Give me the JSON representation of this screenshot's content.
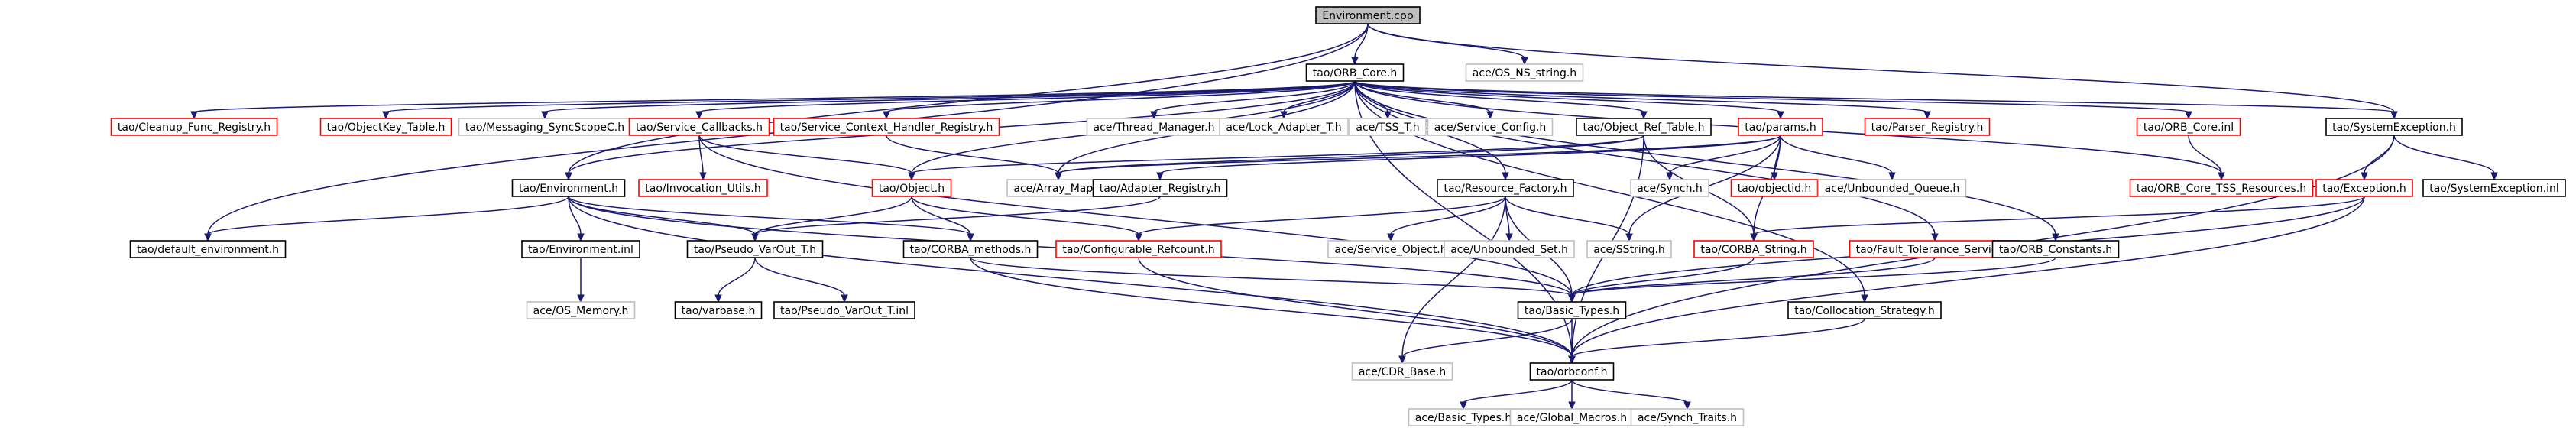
{
  "colors": {
    "root_fill": "#bfbfbf",
    "border_black": "#000000",
    "border_red": "#ff0000",
    "border_gray": "#bfbfbf",
    "edge": "#191970"
  },
  "nodes": [
    {
      "id": "env_cpp",
      "label": "Environment.cpp",
      "border": "black",
      "fill": "root"
    },
    {
      "id": "orb_core_h",
      "label": "tao/ORB_Core.h",
      "border": "black"
    },
    {
      "id": "os_ns_string",
      "label": "ace/OS_NS_string.h",
      "border": "gray"
    },
    {
      "id": "cleanup",
      "label": "tao/Cleanup_Func_Registry.h",
      "border": "red"
    },
    {
      "id": "objectkey",
      "label": "tao/ObjectKey_Table.h",
      "border": "red"
    },
    {
      "id": "messaging",
      "label": "tao/Messaging_SyncScopeC.h",
      "border": "gray"
    },
    {
      "id": "svc_callbacks",
      "label": "tao/Service_Callbacks.h",
      "border": "red"
    },
    {
      "id": "svc_ctx",
      "label": "tao/Service_Context_Handler_Registry.h",
      "border": "red"
    },
    {
      "id": "thread_mgr",
      "label": "ace/Thread_Manager.h",
      "border": "gray"
    },
    {
      "id": "lock_adapter",
      "label": "ace/Lock_Adapter_T.h",
      "border": "gray"
    },
    {
      "id": "tss_t",
      "label": "ace/TSS_T.h",
      "border": "gray"
    },
    {
      "id": "svc_config",
      "label": "ace/Service_Config.h",
      "border": "gray"
    },
    {
      "id": "obj_ref_table",
      "label": "tao/Object_Ref_Table.h",
      "border": "black"
    },
    {
      "id": "params",
      "label": "tao/params.h",
      "border": "red"
    },
    {
      "id": "parser_reg",
      "label": "tao/Parser_Registry.h",
      "border": "red"
    },
    {
      "id": "orb_core_inl",
      "label": "tao/ORB_Core.inl",
      "border": "red"
    },
    {
      "id": "sys_exc_h",
      "label": "tao/SystemException.h",
      "border": "black"
    },
    {
      "id": "environment_h",
      "label": "tao/Environment.h",
      "border": "black"
    },
    {
      "id": "invocation_utils",
      "label": "tao/Invocation_Utils.h",
      "border": "red"
    },
    {
      "id": "object_h",
      "label": "tao/Object.h",
      "border": "red"
    },
    {
      "id": "array_map",
      "label": "ace/Array_Map.h",
      "border": "gray"
    },
    {
      "id": "adapter_reg",
      "label": "tao/Adapter_Registry.h",
      "border": "black"
    },
    {
      "id": "resource_factory",
      "label": "tao/Resource_Factory.h",
      "border": "black"
    },
    {
      "id": "synch_h",
      "label": "ace/Synch.h",
      "border": "gray"
    },
    {
      "id": "objectid",
      "label": "tao/objectid.h",
      "border": "red"
    },
    {
      "id": "unbounded_queue",
      "label": "ace/Unbounded_Queue.h",
      "border": "gray"
    },
    {
      "id": "orb_core_tss",
      "label": "tao/ORB_Core_TSS_Resources.h",
      "border": "red"
    },
    {
      "id": "exception_h",
      "label": "tao/Exception.h",
      "border": "red"
    },
    {
      "id": "sys_exc_inl",
      "label": "tao/SystemException.inl",
      "border": "black"
    },
    {
      "id": "default_env",
      "label": "tao/default_environment.h",
      "border": "black"
    },
    {
      "id": "environment_inl",
      "label": "tao/Environment.inl",
      "border": "black"
    },
    {
      "id": "pseudo_varout_h",
      "label": "tao/Pseudo_VarOut_T.h",
      "border": "black"
    },
    {
      "id": "corba_methods",
      "label": "tao/CORBA_methods.h",
      "border": "black"
    },
    {
      "id": "configurable_refcount",
      "label": "tao/Configurable_Refcount.h",
      "border": "red"
    },
    {
      "id": "service_object",
      "label": "ace/Service_Object.h",
      "border": "gray"
    },
    {
      "id": "unbounded_set",
      "label": "ace/Unbounded_Set.h",
      "border": "gray"
    },
    {
      "id": "sstring",
      "label": "ace/SString.h",
      "border": "gray"
    },
    {
      "id": "corba_string",
      "label": "tao/CORBA_String.h",
      "border": "red"
    },
    {
      "id": "fault_tolerance",
      "label": "tao/Fault_Tolerance_Service.h",
      "border": "red"
    },
    {
      "id": "orb_constants",
      "label": "tao/ORB_Constants.h",
      "border": "black"
    },
    {
      "id": "os_memory",
      "label": "ace/OS_Memory.h",
      "border": "gray"
    },
    {
      "id": "varbase",
      "label": "tao/varbase.h",
      "border": "black"
    },
    {
      "id": "pseudo_varout_inl",
      "label": "tao/Pseudo_VarOut_T.inl",
      "border": "black"
    },
    {
      "id": "basic_types_tao",
      "label": "tao/Basic_Types.h",
      "border": "black"
    },
    {
      "id": "collocation",
      "label": "tao/Collocation_Strategy.h",
      "border": "black"
    },
    {
      "id": "cdr_base",
      "label": "ace/CDR_Base.h",
      "border": "gray"
    },
    {
      "id": "orbconf",
      "label": "tao/orbconf.h",
      "border": "black"
    },
    {
      "id": "basic_types_ace",
      "label": "ace/Basic_Types.h",
      "border": "gray"
    },
    {
      "id": "global_macros",
      "label": "ace/Global_Macros.h",
      "border": "gray"
    },
    {
      "id": "synch_traits",
      "label": "ace/Synch_Traits.h",
      "border": "gray"
    }
  ],
  "edges": [
    [
      "env_cpp",
      "orb_core_h"
    ],
    [
      "env_cpp",
      "os_ns_string"
    ],
    [
      "env_cpp",
      "sys_exc_h"
    ],
    [
      "env_cpp",
      "environment_h"
    ],
    [
      "env_cpp",
      "default_env"
    ],
    [
      "orb_core_h",
      "cleanup"
    ],
    [
      "orb_core_h",
      "objectkey"
    ],
    [
      "orb_core_h",
      "messaging"
    ],
    [
      "orb_core_h",
      "svc_callbacks"
    ],
    [
      "orb_core_h",
      "svc_ctx"
    ],
    [
      "orb_core_h",
      "thread_mgr"
    ],
    [
      "orb_core_h",
      "lock_adapter"
    ],
    [
      "orb_core_h",
      "tss_t"
    ],
    [
      "orb_core_h",
      "svc_config"
    ],
    [
      "orb_core_h",
      "obj_ref_table"
    ],
    [
      "orb_core_h",
      "params"
    ],
    [
      "orb_core_h",
      "parser_reg"
    ],
    [
      "orb_core_h",
      "orb_core_inl"
    ],
    [
      "orb_core_h",
      "sys_exc_h"
    ],
    [
      "orb_core_h",
      "environment_h"
    ],
    [
      "orb_core_h",
      "object_h"
    ],
    [
      "orb_core_h",
      "array_map"
    ],
    [
      "orb_core_h",
      "resource_factory"
    ],
    [
      "orb_core_h",
      "fault_tolerance"
    ],
    [
      "orb_core_h",
      "orb_constants"
    ],
    [
      "orb_core_h",
      "collocation"
    ],
    [
      "orb_core_h",
      "orb_core_tss"
    ],
    [
      "orb_core_h",
      "orbconf"
    ],
    [
      "svc_callbacks",
      "invocation_utils"
    ],
    [
      "svc_callbacks",
      "object_h"
    ],
    [
      "svc_callbacks",
      "basic_types_tao"
    ],
    [
      "svc_ctx",
      "array_map"
    ],
    [
      "obj_ref_table",
      "object_h"
    ],
    [
      "obj_ref_table",
      "array_map"
    ],
    [
      "obj_ref_table",
      "corba_string"
    ],
    [
      "obj_ref_table",
      "orbconf"
    ],
    [
      "params",
      "array_map"
    ],
    [
      "params",
      "synch_h"
    ],
    [
      "params",
      "objectid"
    ],
    [
      "params",
      "unbounded_queue"
    ],
    [
      "params",
      "sstring"
    ],
    [
      "params",
      "corba_string"
    ],
    [
      "params",
      "adapter_reg"
    ],
    [
      "orb_core_inl",
      "orb_core_tss"
    ],
    [
      "sys_exc_h",
      "exception_h"
    ],
    [
      "sys_exc_h",
      "sys_exc_inl"
    ],
    [
      "sys_exc_h",
      "orbconf"
    ],
    [
      "environment_h",
      "default_env"
    ],
    [
      "environment_h",
      "environment_inl"
    ],
    [
      "environment_h",
      "pseudo_varout_h"
    ],
    [
      "environment_h",
      "corba_methods"
    ],
    [
      "environment_h",
      "basic_types_tao"
    ],
    [
      "environment_h",
      "orbconf"
    ],
    [
      "object_h",
      "corba_methods"
    ],
    [
      "object_h",
      "configurable_refcount"
    ],
    [
      "object_h",
      "pseudo_varout_h"
    ],
    [
      "adapter_reg",
      "pseudo_varout_h"
    ],
    [
      "resource_factory",
      "configurable_refcount"
    ],
    [
      "resource_factory",
      "service_object"
    ],
    [
      "resource_factory",
      "unbounded_set"
    ],
    [
      "resource_factory",
      "sstring"
    ],
    [
      "resource_factory",
      "basic_types_tao"
    ],
    [
      "resource_factory",
      "cdr_base"
    ],
    [
      "exception_h",
      "corba_string"
    ],
    [
      "exception_h",
      "basic_types_tao"
    ],
    [
      "exception_h",
      "orbconf"
    ],
    [
      "environment_inl",
      "os_memory"
    ],
    [
      "pseudo_varout_h",
      "varbase"
    ],
    [
      "pseudo_varout_h",
      "pseudo_varout_inl"
    ],
    [
      "corba_methods",
      "basic_types_tao"
    ],
    [
      "corba_methods",
      "orbconf"
    ],
    [
      "configurable_refcount",
      "orbconf"
    ],
    [
      "corba_string",
      "basic_types_tao"
    ],
    [
      "fault_tolerance",
      "basic_types_tao"
    ],
    [
      "orb_constants",
      "basic_types_tao"
    ],
    [
      "basic_types_tao",
      "cdr_base"
    ],
    [
      "basic_types_tao",
      "orbconf"
    ],
    [
      "collocation",
      "orbconf"
    ],
    [
      "orbconf",
      "basic_types_ace"
    ],
    [
      "orbconf",
      "global_macros"
    ],
    [
      "orbconf",
      "synch_traits"
    ]
  ]
}
